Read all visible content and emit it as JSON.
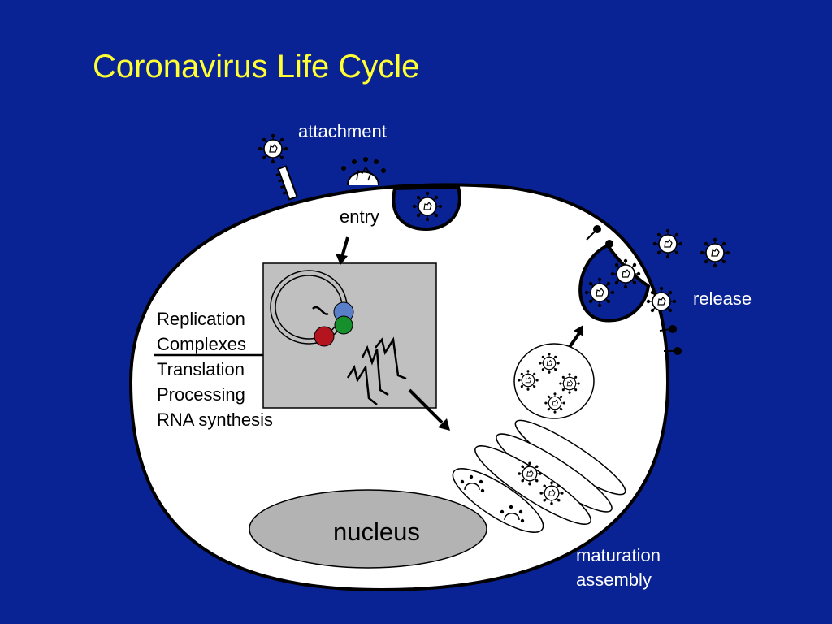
{
  "title": "Coronavirus Life Cycle",
  "labels": {
    "attachment": "attachment",
    "entry": "entry",
    "release": "release",
    "nucleus": "nucleus",
    "maturation": "maturation",
    "assembly": "assembly",
    "replication": "Replication",
    "complexes": "Complexes",
    "translation": "Translation",
    "processing": "Processing",
    "rna_synthesis": "RNA synthesis"
  },
  "colors": {
    "background": "#0a2394",
    "title": "#ffff33",
    "cell": "#ffffff",
    "nucleus": "#b3b3b3",
    "replication_box": "#c0c0c0",
    "complex_blue": "#5a7fc9",
    "complex_green": "#16902c",
    "complex_red": "#b4141e"
  }
}
